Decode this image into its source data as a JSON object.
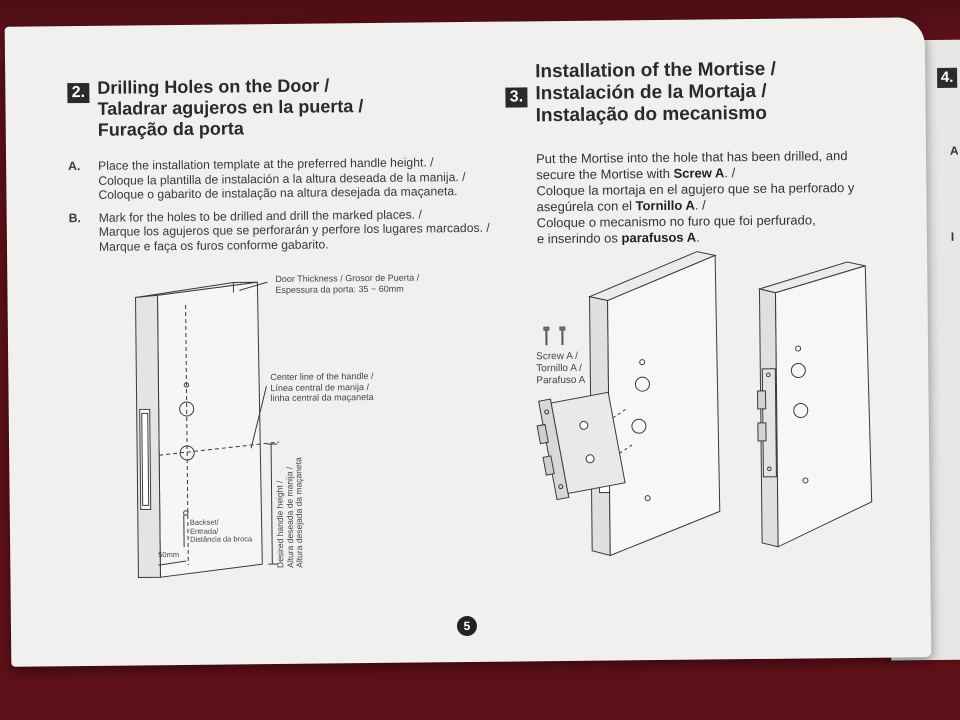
{
  "section2": {
    "number": "2.",
    "title_lines": [
      "Drilling Holes on the Door /",
      "Taladrar agujeros en la puerta /",
      "Furação da porta"
    ],
    "items": [
      {
        "label": "A.",
        "lines": [
          "Place the installation template at the preferred handle height. /",
          "Coloque la plantilla de instalación a la altura deseada de la manija. /",
          "Coloque o gabarito de instalação na altura desejada da maçaneta."
        ]
      },
      {
        "label": "B.",
        "lines": [
          "Mark for the holes to be drilled and drill the marked places. /",
          "Marque los agujeros que se perforarán y perfore los  lugares marcados. /",
          "Marque e faça os furos conforme gabarito."
        ]
      }
    ],
    "diagram": {
      "door_thickness": [
        "Door Thickness / Grosor de Puerta /",
        "Espessura da porta: 35 ~ 60mm"
      ],
      "center_line": [
        "Center line of the handle /",
        "Línea central de manija /",
        "linha central da maçaneta"
      ],
      "backset": [
        "Backset/",
        "Entrada/",
        "Distância da broca"
      ],
      "backset_value": "50mm",
      "handle_height": [
        "Desired handle height /",
        "Altura deseada de manija /",
        "Altura desejada da maçaneta"
      ]
    }
  },
  "section3": {
    "number": "3.",
    "title_lines": [
      "Installation of the Mortise /",
      "Instalación de la Mortaja /",
      "Instalação do mecanismo"
    ],
    "body": [
      {
        "text": "Put the Mortise into the hole that has been drilled, and",
        "bold": ""
      },
      {
        "text": "secure the Mortise with ",
        "bold": "Screw A",
        "after": ". /"
      },
      {
        "text": "Coloque la mortaja en el agujero que se ha perforado y",
        "bold": ""
      },
      {
        "text": "asegúrela con el ",
        "bold": "Tornillo A",
        "after": ". /"
      },
      {
        "text": "Coloque o mecanismo no furo que foi perfurado,",
        "bold": ""
      },
      {
        "text": "e inserindo os ",
        "bold": "parafusos A",
        "after": "."
      }
    ],
    "screw_label": [
      "Screw A /",
      "Tornillo A /",
      "Parafuso A"
    ]
  },
  "next_page": {
    "number": "4.",
    "fragment_a": "A",
    "fragment_b": "I"
  },
  "page_number": "5",
  "colors": {
    "paper": "#f1f0ee",
    "ink": "#2a2a2a",
    "background": "#5e1018"
  }
}
